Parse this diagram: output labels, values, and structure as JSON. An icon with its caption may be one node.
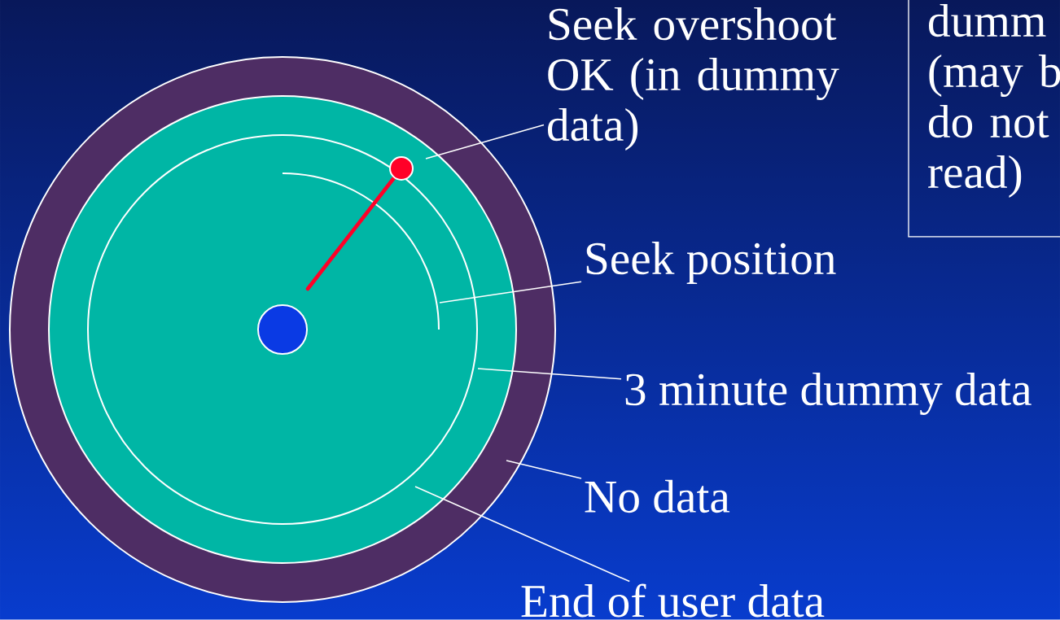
{
  "diagram": {
    "nodes": [
      {
        "text": [
          "Seek overshoot OK (in dummy data)"
        ]
      },
      {
        "text": [
          "Seek position"
        ]
      },
      {
        "text": [
          "3 minute dummy data"
        ]
      },
      {
        "text": [
          "No data"
        ]
      },
      {
        "text": [
          "End of user data"
        ]
      },
      {
        "text": [
          "dumm (may b do not read)"
        ]
      }
    ],
    "edges": [
      {
        "from": 0,
        "to": null,
        "arrow": "none"
      },
      {
        "from": 1,
        "to": null,
        "arrow": "none"
      },
      {
        "from": 2,
        "to": null,
        "arrow": "none"
      },
      {
        "from": 3,
        "to": null,
        "arrow": "none"
      },
      {
        "from": 4,
        "to": null,
        "arrow": "none"
      }
    ]
  }
}
